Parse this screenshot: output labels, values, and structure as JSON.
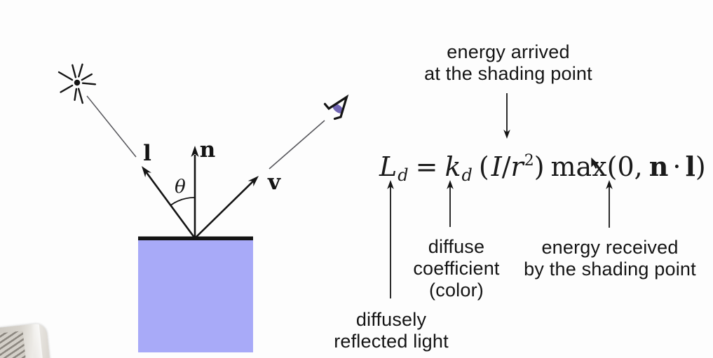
{
  "colors": {
    "surface": "#a8aaf8",
    "surface_edge": "#141414",
    "iris": "#7166b4",
    "ink": "#141414"
  },
  "diagram": {
    "labels": {
      "light_vector": "l",
      "normal_vector": "n",
      "view_vector": "v",
      "angle": "θ"
    }
  },
  "formula": {
    "L": "L",
    "L_sub": "d",
    "eq": "=",
    "k": "k",
    "k_sub": "d",
    "lp": "(",
    "I": "I",
    "slash": "/",
    "r": "r",
    "r_sup": "2",
    "rp": ")",
    "max": "max",
    "lp2": "(",
    "zero": "0,",
    "n": "n",
    "dot": "·",
    "l": "l",
    "rp2": ")"
  },
  "annotations": {
    "energy_arrived": {
      "line1": "energy arrived",
      "line2": "at the shading point"
    },
    "diffuse_coeff": {
      "line1": "diffuse",
      "line2": "coefficient",
      "line3": "(color)"
    },
    "energy_received": {
      "line1": "energy received",
      "line2": "by the shading point"
    },
    "diffusely": {
      "line1": "diffusely",
      "line2": "reflected light"
    }
  }
}
